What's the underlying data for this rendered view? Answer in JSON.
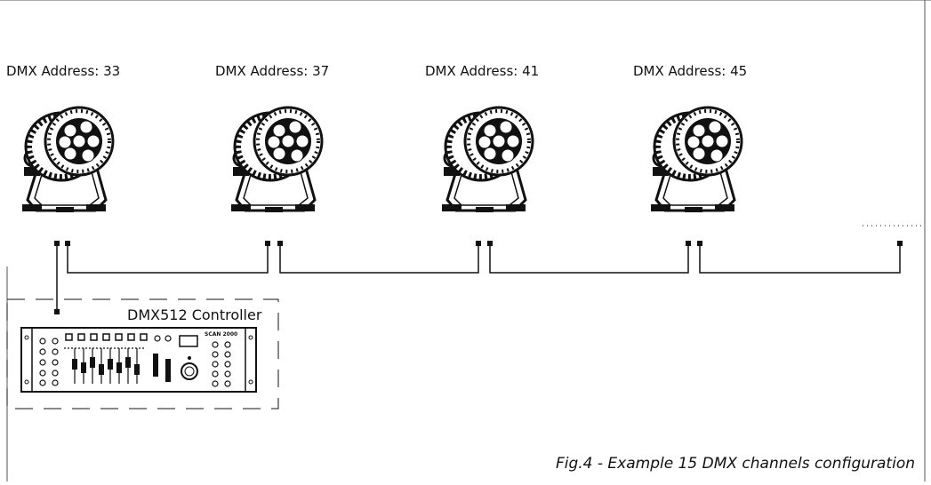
{
  "fixtures": [
    {
      "label": "DMX Address: 33"
    },
    {
      "label": "DMX Address: 37"
    },
    {
      "label": "DMX Address: 41"
    },
    {
      "label": "DMX Address: 45"
    }
  ],
  "controller": {
    "label": "DMX512 Controller",
    "brand": "SCAN 2000"
  },
  "caption": "Fig.4 - Example 15 DMX channels configuration",
  "colors": {
    "line": "#111111",
    "background": "#ffffff"
  }
}
